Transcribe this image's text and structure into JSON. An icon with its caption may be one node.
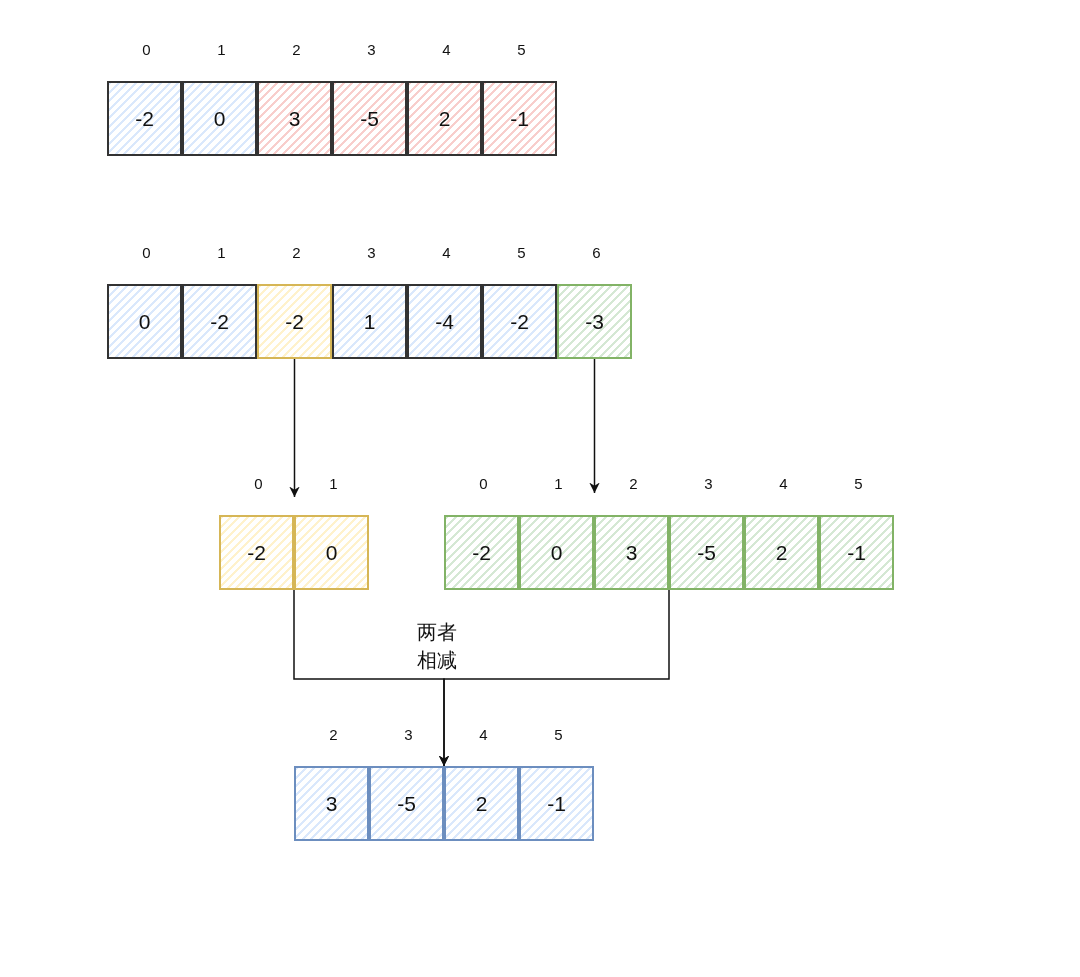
{
  "diagram": {
    "nodes": [
      {
        "text": [
          "-2"
        ],
        "beside": [
          "0"
        ]
      },
      {
        "text": [
          "0"
        ],
        "beside": [
          "1"
        ]
      },
      {
        "text": [
          "3"
        ],
        "beside": [
          "2"
        ]
      },
      {
        "text": [
          "-5"
        ],
        "beside": [
          "3"
        ]
      },
      {
        "text": [
          "2"
        ],
        "beside": [
          "4"
        ]
      },
      {
        "text": [
          "-1"
        ],
        "beside": [
          "5"
        ]
      },
      {
        "text": [
          "0"
        ],
        "beside": [
          "0"
        ]
      },
      {
        "text": [
          "-2"
        ],
        "beside": [
          "1"
        ]
      },
      {
        "text": [
          "-2"
        ],
        "beside": [
          "2"
        ]
      },
      {
        "text": [
          "1"
        ],
        "beside": [
          "3"
        ]
      },
      {
        "text": [
          "-4"
        ],
        "beside": [
          "4"
        ]
      },
      {
        "text": [
          "-2"
        ],
        "beside": [
          "5"
        ]
      },
      {
        "text": [
          "-3"
        ],
        "beside": [
          "6"
        ]
      },
      {
        "text": [
          "-2"
        ],
        "beside": [
          "0"
        ]
      },
      {
        "text": [
          "0"
        ],
        "beside": [
          "1"
        ]
      },
      {
        "text": [
          "-2"
        ],
        "beside": [
          "0"
        ]
      },
      {
        "text": [
          "0"
        ],
        "beside": [
          "1"
        ]
      },
      {
        "text": [
          "3"
        ],
        "beside": [
          "2"
        ]
      },
      {
        "text": [
          "-5"
        ],
        "beside": [
          "3"
        ]
      },
      {
        "text": [
          "2"
        ],
        "beside": [
          "4"
        ]
      },
      {
        "text": [
          "-1"
        ],
        "beside": [
          "5"
        ]
      },
      {
        "text": [
          "3"
        ],
        "beside": [
          "2"
        ]
      },
      {
        "text": [
          "-5"
        ],
        "beside": [
          "3"
        ]
      },
      {
        "text": [
          "2"
        ],
        "beside": [
          "4"
        ]
      },
      {
        "text": [
          "-1"
        ],
        "beside": [
          "5"
        ]
      }
    ],
    "edges": [
      {
        "from": 8,
        "to": 13,
        "arrow": "to"
      },
      {
        "from": 12,
        "to": 16,
        "arrow": "to"
      },
      {
        "from": 13,
        "to": 22,
        "arrow": "to",
        "label": "两者相减"
      },
      {
        "from": 17,
        "to": 22,
        "arrow": "to"
      }
    ]
  }
}
